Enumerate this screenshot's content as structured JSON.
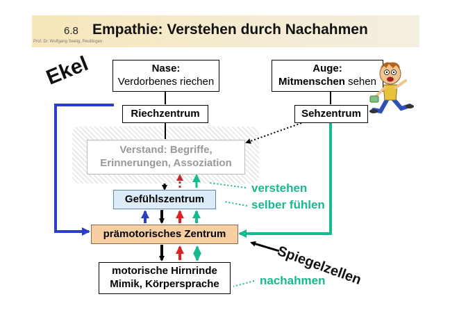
{
  "header": {
    "number": "6.8",
    "title": "Empathie: Verstehen durch Nachahmen",
    "author": "Prof. Dr. Wolfgang Seelig, Reutlingen"
  },
  "labels": {
    "ekel": "Ekel",
    "spiegelzellen": "Spiegelzellen",
    "verstehen": "verstehen",
    "selber_fuehlen": "selber fühlen",
    "nachahmen": "nachahmen"
  },
  "boxes": {
    "nase": {
      "line1": "Nase:",
      "line2": "Verdorbenes riechen"
    },
    "auge": {
      "line1": "Auge:",
      "line2a": "Mitmenschen",
      "line2b": " sehen"
    },
    "riechzentrum": "Riechzentrum",
    "sehzentrum": "Sehzentrum",
    "verstand": {
      "line1": "Verstand: Begriffe,",
      "line2": "Erinnerungen, Assoziation"
    },
    "gefuehlszentrum": "Gefühlszentrum",
    "praemotorisch": "prämotorisches Zentrum",
    "motorisch": {
      "line1": "motorische Hirnrinde",
      "line2": "Mimik, Körpersprache"
    }
  },
  "colors": {
    "blue": "#2b3fc4",
    "teal": "#17b98f",
    "red": "#e02020",
    "darkred": "#c0282a",
    "banner": "#f7e6b9",
    "gefuehl_fill": "#dcecf8",
    "praemot_fill": "#f7cfa2"
  },
  "icons": [
    "running-man-cartoon-icon"
  ]
}
